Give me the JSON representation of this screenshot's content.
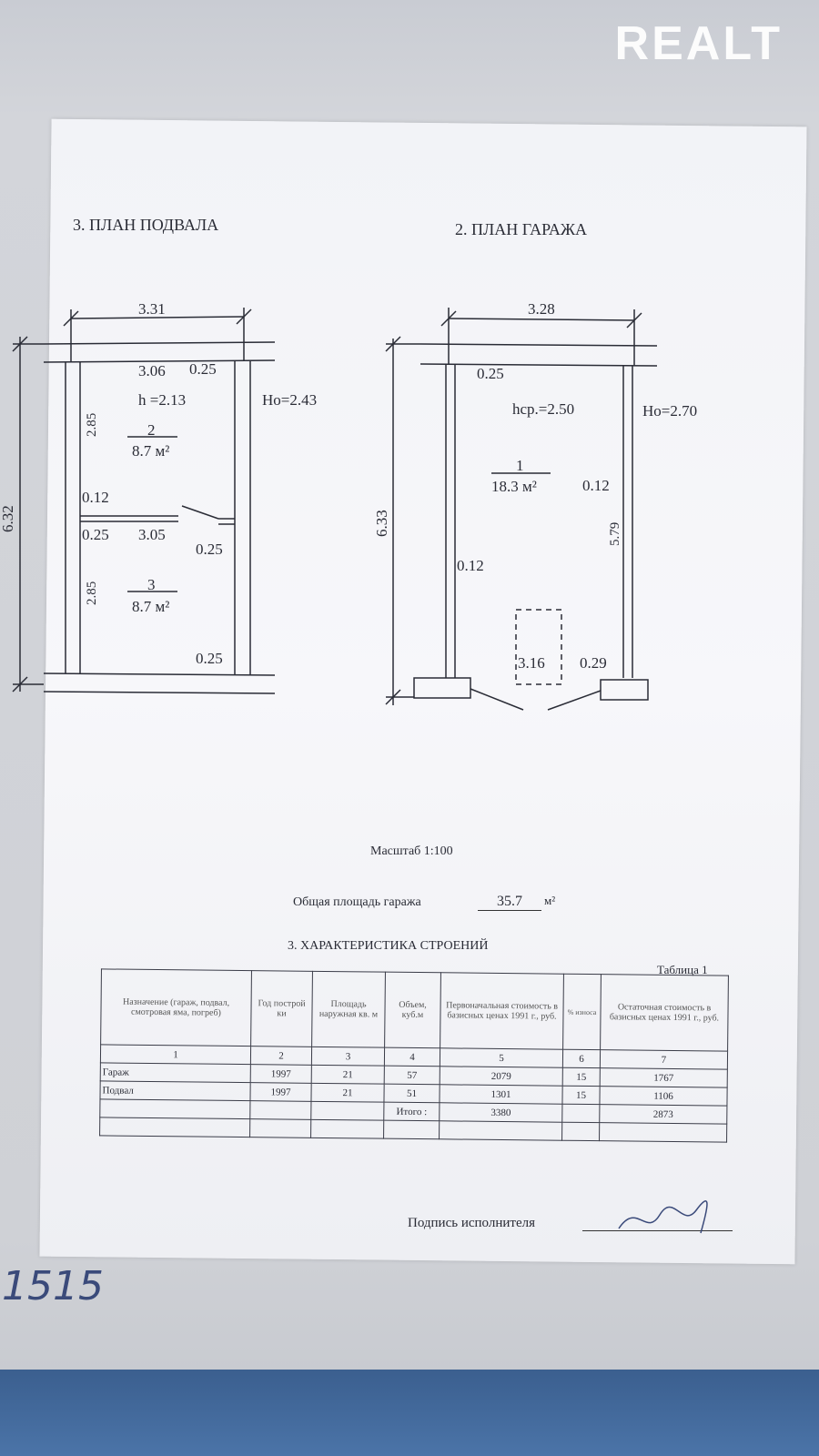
{
  "watermark": "REALT",
  "basement": {
    "title": "3. ПЛАН ПОДВАЛА",
    "width": "3.31",
    "height": "6.32",
    "inner_w": "3.06",
    "wall_top": "0.25",
    "h": "h =2.13",
    "ho": "Ho=2.43",
    "room2_no": "2",
    "room2_area": "8.7 м²",
    "room2_len": "2.85",
    "part": "0.12",
    "left_wall": "0.25",
    "mid_w": "3.05",
    "door_wall": "0.25",
    "room3_no": "3",
    "room3_area": "8.7 м²",
    "room3_len": "2.85",
    "bottom_wall": "0.25"
  },
  "garage": {
    "title": "2. ПЛАН ГАРАЖА",
    "width": "3.28",
    "height": "6.33",
    "wall_top": "0.25",
    "hcp": "hср.=2.50",
    "ho": "Ho=2.70",
    "room_no": "1",
    "room_area": "18.3 м²",
    "right_wall": "0.12",
    "inner_len": "5.79",
    "left_wall": "0.12",
    "pit": "3.16",
    "col": "0.29"
  },
  "scale": "Масштаб 1:100",
  "total_label": "Общая площадь гаража",
  "total_value": "35.7",
  "total_unit": "м²",
  "table_title": "3. ХАРАКТЕРИСТИКА СТРОЕНИЙ",
  "table_caption": "Таблица 1",
  "table": {
    "headers": [
      "Назначение (гараж, подвал, смотровая яма, погреб)",
      "Год построй ки",
      "Площадь наружная кв. м",
      "Объем, куб.м",
      "Первоначальная стоимость в базисных ценах 1991 г., руб.",
      "% износа",
      "Остаточная стоимость в базисных ценах 1991 г., руб."
    ],
    "numbers": [
      "1",
      "2",
      "3",
      "4",
      "5",
      "6",
      "7"
    ],
    "rows": [
      [
        "Гараж",
        "1997",
        "21",
        "57",
        "2079",
        "15",
        "1767"
      ],
      [
        "Подвал",
        "1997",
        "21",
        "51",
        "1301",
        "15",
        "1106"
      ],
      [
        "",
        "",
        "",
        "Итого :",
        "3380",
        "",
        "2873"
      ],
      [
        "",
        "",
        "",
        "",
        "",
        "",
        ""
      ]
    ]
  },
  "signature_label": "Подпись исполнителя",
  "handwritten_number": "1515"
}
